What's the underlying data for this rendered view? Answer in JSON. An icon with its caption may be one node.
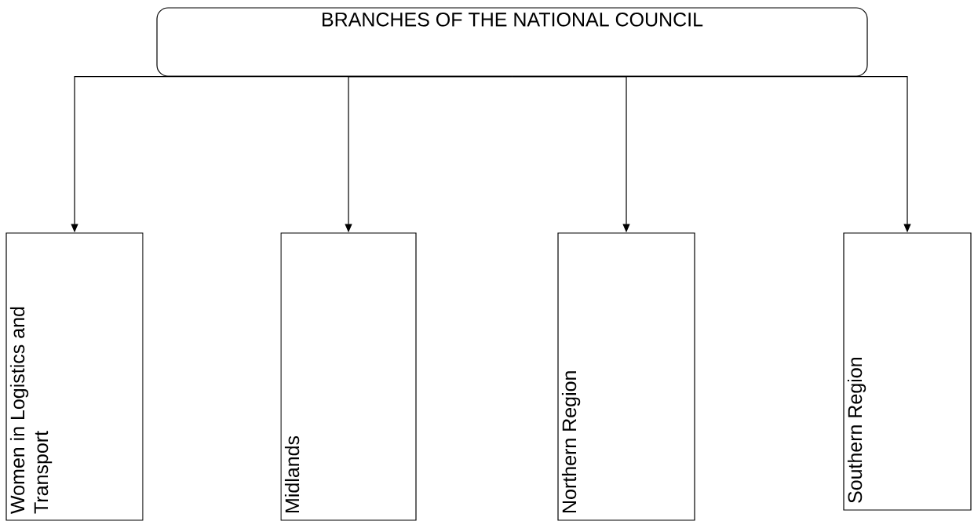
{
  "diagram": {
    "nodes": [
      {
        "text": [
          "BRANCHES OF THE NATIONAL COUNCIL"
        ]
      },
      {
        "text": [
          "Women in Logistics and Transport"
        ]
      },
      {
        "text": [
          "Midlands"
        ]
      },
      {
        "text": [
          "Northern Region"
        ]
      },
      {
        "text": [
          "Southern Region"
        ]
      }
    ],
    "edges": [
      {
        "from": 0,
        "to": 1,
        "arrow": "to"
      },
      {
        "from": 0,
        "to": 2,
        "arrow": "to"
      },
      {
        "from": 0,
        "to": 3,
        "arrow": "to"
      },
      {
        "from": 0,
        "to": 4,
        "arrow": "to"
      }
    ]
  }
}
